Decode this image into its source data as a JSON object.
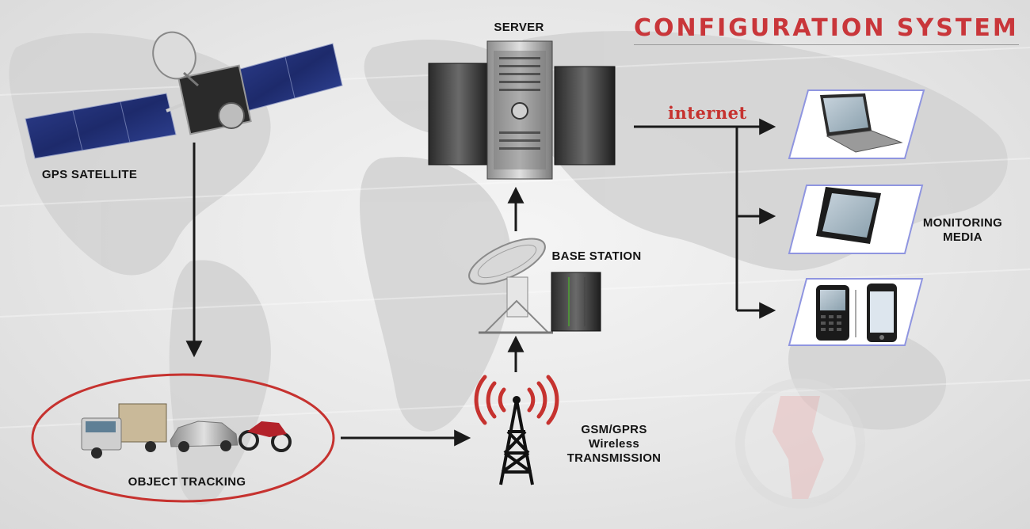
{
  "title": "CONFIGURATION SYSTEM",
  "nodes": {
    "gps_satellite": "GPS SATELLITE",
    "server": "SERVER",
    "base_station": "BASE STATION",
    "object_tracking": "OBJECT TRACKING",
    "transmission_line1": "GSM/GPRS",
    "transmission_line2": "Wireless",
    "transmission_line3": "TRANSMISSION",
    "monitoring_line1": "MONITORING",
    "monitoring_line2": "MEDIA"
  },
  "connections": {
    "internet_label": "internet"
  },
  "colors": {
    "accent": "#c9363a",
    "arrow": "#1a1a1a",
    "panel_border": "#8f95e0"
  }
}
